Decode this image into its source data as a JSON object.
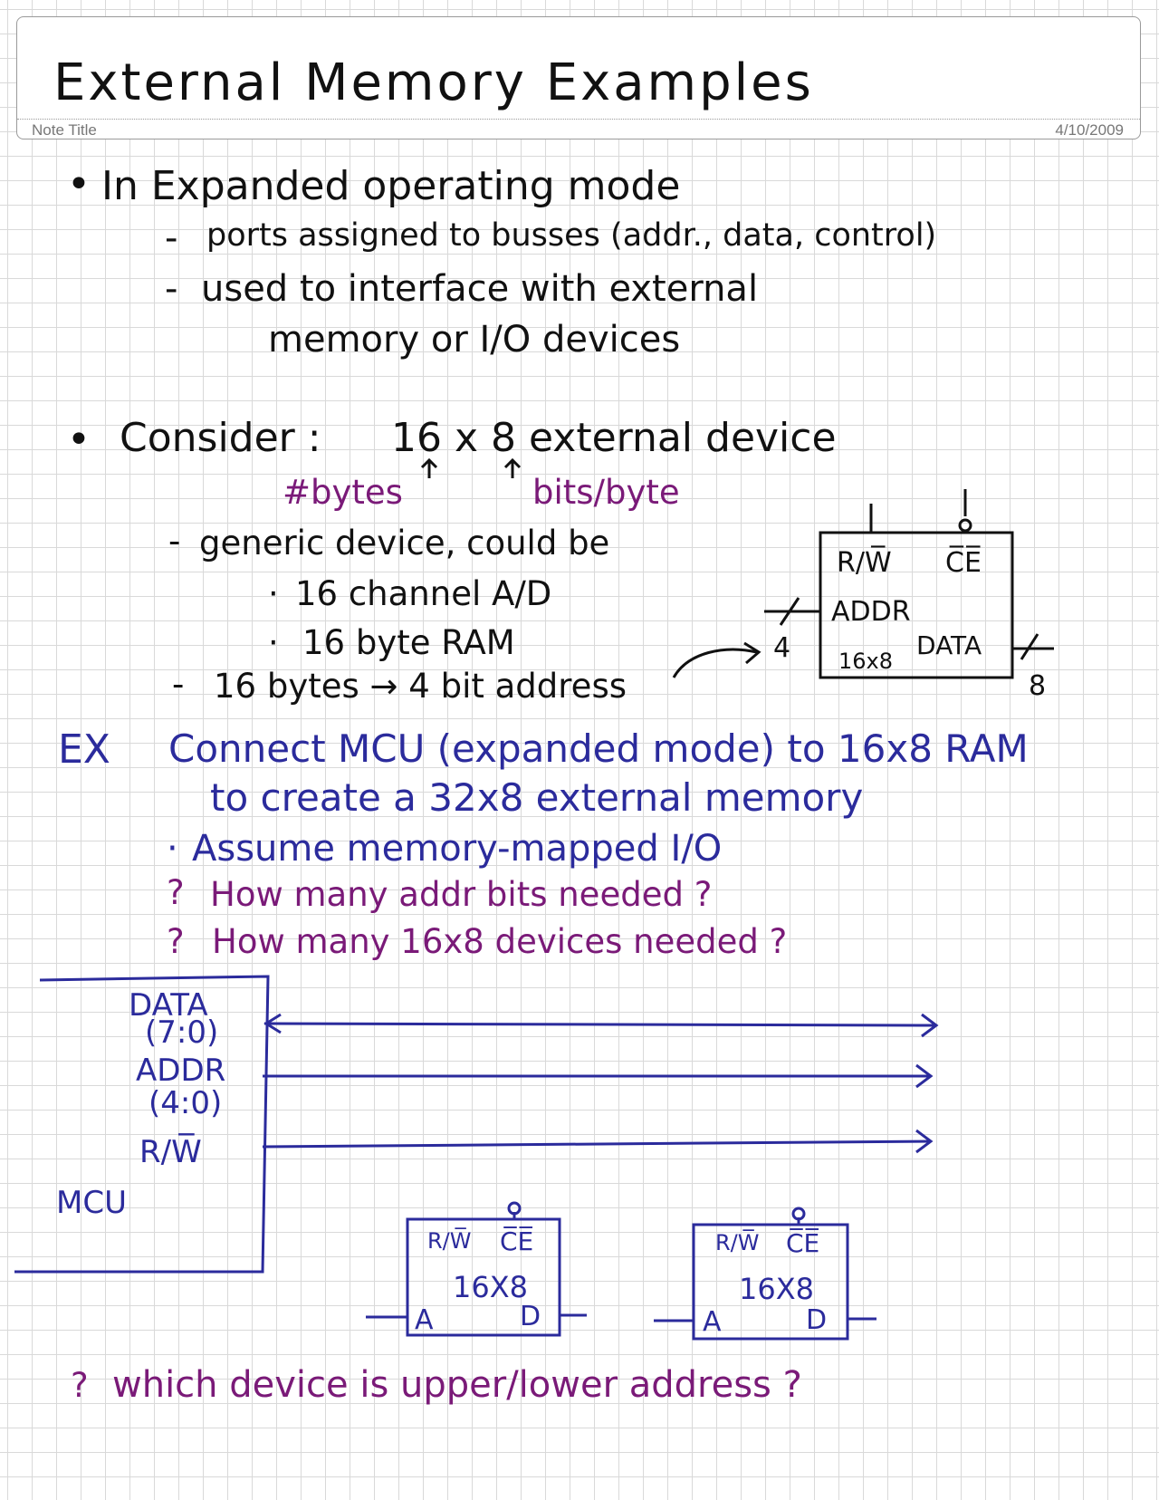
{
  "header": {
    "title": "External Memory Examples",
    "note_title": "Note Title",
    "date": "4/10/2009"
  },
  "notes": {
    "bullet1": "In Expanded operating mode",
    "bullet1_sub1": "ports assigned to busses (addr., data, control)",
    "bullet1_sub2a": "used to interface with external",
    "bullet1_sub2b": "memory or I/O devices",
    "bullet2_prefix": "Consider :",
    "bullet2_value": "16 x 8 external device",
    "annot_bytes": "#bytes",
    "annot_bits": "bits/byte",
    "generic": "generic device, could be",
    "generic_item1": "16 channel A/D",
    "generic_item2": "16 byte RAM",
    "bytes_to_addr": "16 bytes → 4 bit address"
  },
  "device_diagram": {
    "rw": "R/W̅",
    "ce": "C̅E̅",
    "addr": "ADDR",
    "size": "16x8",
    "data": "DATA",
    "addr_width": "4",
    "data_width": "8"
  },
  "example": {
    "label": "EX",
    "line1": "Connect MCU (expanded mode) to 16x8 RAM",
    "line2": "to create a 32x8 external memory",
    "assume": "Assume memory-mapped I/O",
    "q1": "How many addr bits needed ?",
    "q2": "How many 16x8 devices needed ?",
    "q_mark": "?"
  },
  "mcu_diagram": {
    "data": "DATA",
    "data_range": "(7:0)",
    "addr": "ADDR",
    "addr_range": "(4:0)",
    "rw": "R/W̅",
    "mcu": "MCU"
  },
  "ram_chips": [
    {
      "rw": "R/W̅",
      "ce": "C̅E̅",
      "size": "16X8",
      "a": "A",
      "d": "D"
    },
    {
      "rw": "R/W̅",
      "ce": "C̅E̅",
      "size": "16X8",
      "a": "A",
      "d": "D"
    }
  ],
  "final_question": "which device is upper/lower address ?"
}
